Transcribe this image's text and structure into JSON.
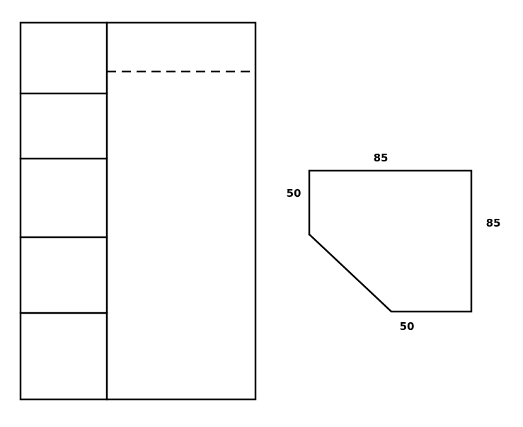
{
  "pentagon": {
    "top_width": "85",
    "left_height": "50",
    "right_height": "85",
    "bottom_width": "50"
  },
  "colors": {
    "line": "#000000",
    "background": "#ffffff"
  }
}
